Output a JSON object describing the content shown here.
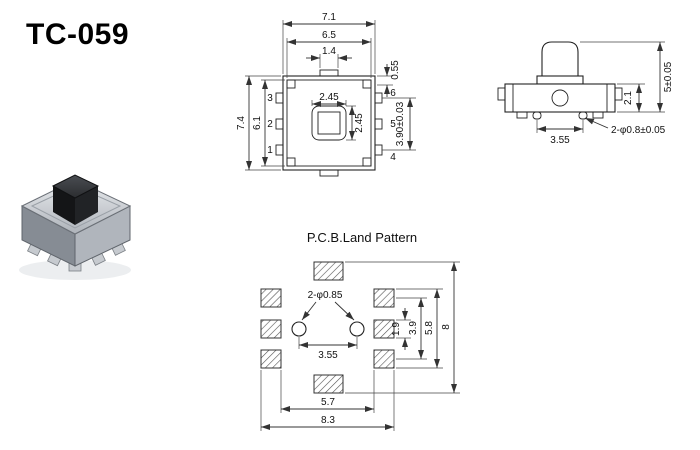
{
  "title": "TC-059",
  "top_view": {
    "d71": "7.1",
    "d65": "6.5",
    "d14": "1.4",
    "d055": "0.55",
    "d74": "7.4",
    "d61": "6.1",
    "d245w": "2.45",
    "d245h": "2.45",
    "d390": "3.90±0.03",
    "pin1": "1",
    "pin2": "2",
    "pin3": "3",
    "pin4": "4",
    "pin5": "5",
    "pin6": "6"
  },
  "side_view": {
    "d5": "5±0.05",
    "d21": "2.1",
    "d355": "3.55",
    "hole": "2-φ0.8±0.05"
  },
  "pcb": {
    "title": "P.C.B.Land Pattern",
    "hole": "2-φ0.85",
    "d355": "3.55",
    "d19": "1.9",
    "d39": "3.9",
    "d58": "5.8",
    "d8": "8",
    "d57": "5.7",
    "d83": "8.3"
  }
}
